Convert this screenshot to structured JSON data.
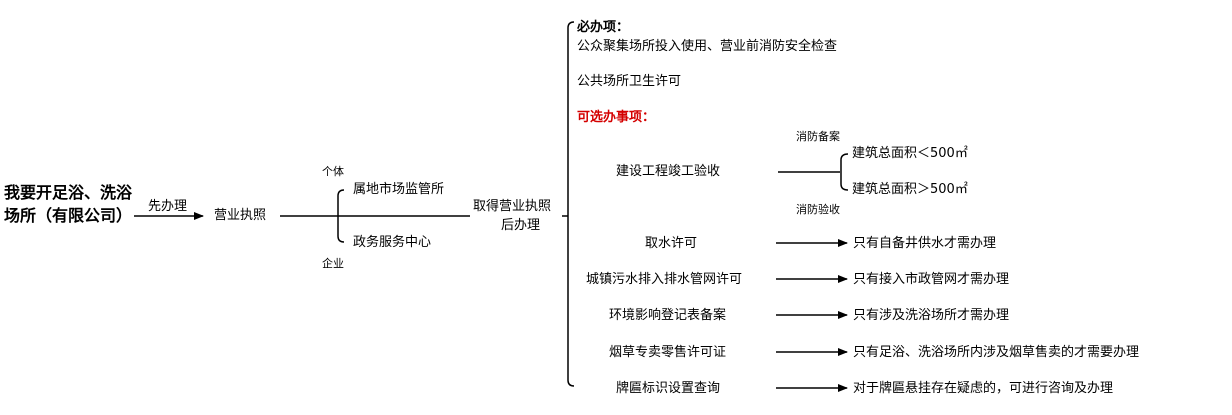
{
  "root": {
    "label": "我要开足浴、洗浴场所（有限公司）"
  },
  "edge_first": "先办理",
  "license": "营业执照",
  "branch_individual": {
    "tag": "个体",
    "office": "属地市场监管所"
  },
  "branch_company": {
    "tag": "企业",
    "office": "政务服务中心"
  },
  "after_license": {
    "line1": "取得营业执照",
    "line2": "后办理"
  },
  "required": {
    "heading": "必办项：",
    "items": [
      "公众聚集场所投入使用、营业前消防安全检查",
      "公共场所卫生许可"
    ]
  },
  "optional": {
    "heading": "可选办事项：",
    "fire": {
      "label": "建设工程竣工验收",
      "tag_top": "消防备案",
      "tag_bottom": "消防验收",
      "cond_small": "建筑总面积＜500㎡",
      "cond_large": "建筑总面积＞500㎡"
    },
    "items": [
      {
        "label": "取水许可",
        "note": "只有自备井供水才需办理"
      },
      {
        "label": "城镇污水排入排水管网许可",
        "note": "只有接入市政管网才需办理"
      },
      {
        "label": "环境影响登记表备案",
        "note": "只有涉及洗浴场所才需办理"
      },
      {
        "label": "烟草专卖零售许可证",
        "note": "只有足浴、洗浴场所内涉及烟草售卖的才需要办理"
      },
      {
        "label": "牌匾标识设置查询",
        "note": "对于牌匾悬挂存在疑虑的，可进行咨询及办理"
      }
    ]
  }
}
